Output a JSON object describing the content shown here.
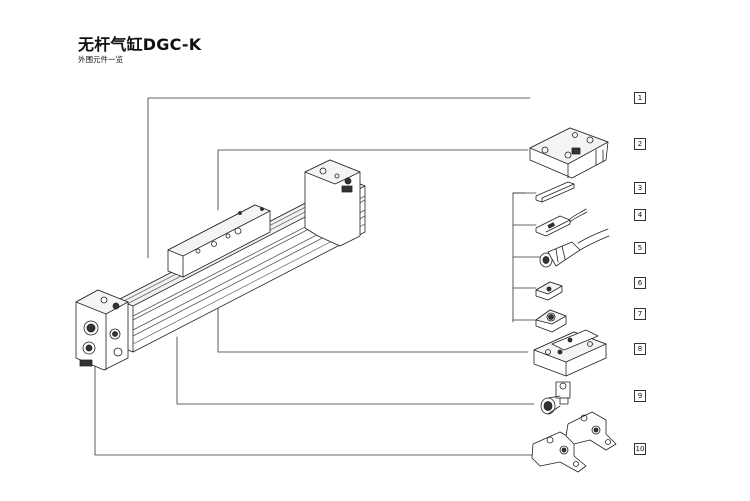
{
  "header": {
    "title": "无杆气缸DGC-K",
    "subtitle": "外围元件一览"
  },
  "callouts": [
    {
      "number": "1"
    },
    {
      "number": "2"
    },
    {
      "number": "3"
    },
    {
      "number": "4"
    },
    {
      "number": "5"
    },
    {
      "number": "6"
    },
    {
      "number": "7"
    },
    {
      "number": "8"
    },
    {
      "number": "9"
    },
    {
      "number": "10"
    }
  ],
  "parts": [
    {
      "icon": "cylinder-dgc-k"
    },
    {
      "icon": "mounting-plate"
    },
    {
      "icon": "slot-cover"
    },
    {
      "icon": "proximity-sensor"
    },
    {
      "icon": "connecting-cable"
    },
    {
      "icon": "slot-nut-small"
    },
    {
      "icon": "slot-nut-large"
    },
    {
      "icon": "adapter-plate"
    },
    {
      "icon": "push-in-fitting"
    },
    {
      "icon": "foot-mounting"
    }
  ]
}
